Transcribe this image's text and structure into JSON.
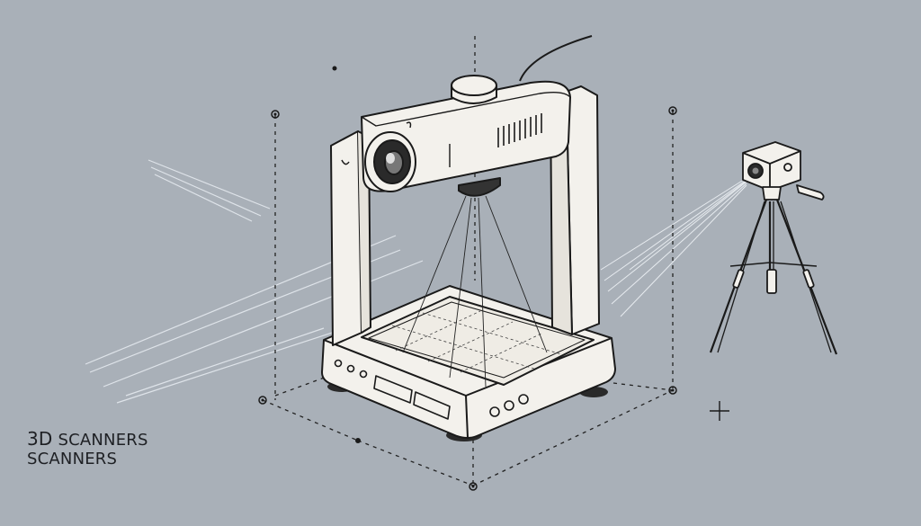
{
  "caption": {
    "line1_prefix": "3D",
    "line1_rest": "SCANNERS",
    "line2": "SCANNERS"
  },
  "colors": {
    "background": "#a9b0b8",
    "device_fill": "#f3f1ec",
    "outline": "#1a1a1a",
    "light_beam": "#ffffff"
  },
  "icons": [
    "3d-scanner-device",
    "tripod-camera",
    "plus-icon"
  ]
}
